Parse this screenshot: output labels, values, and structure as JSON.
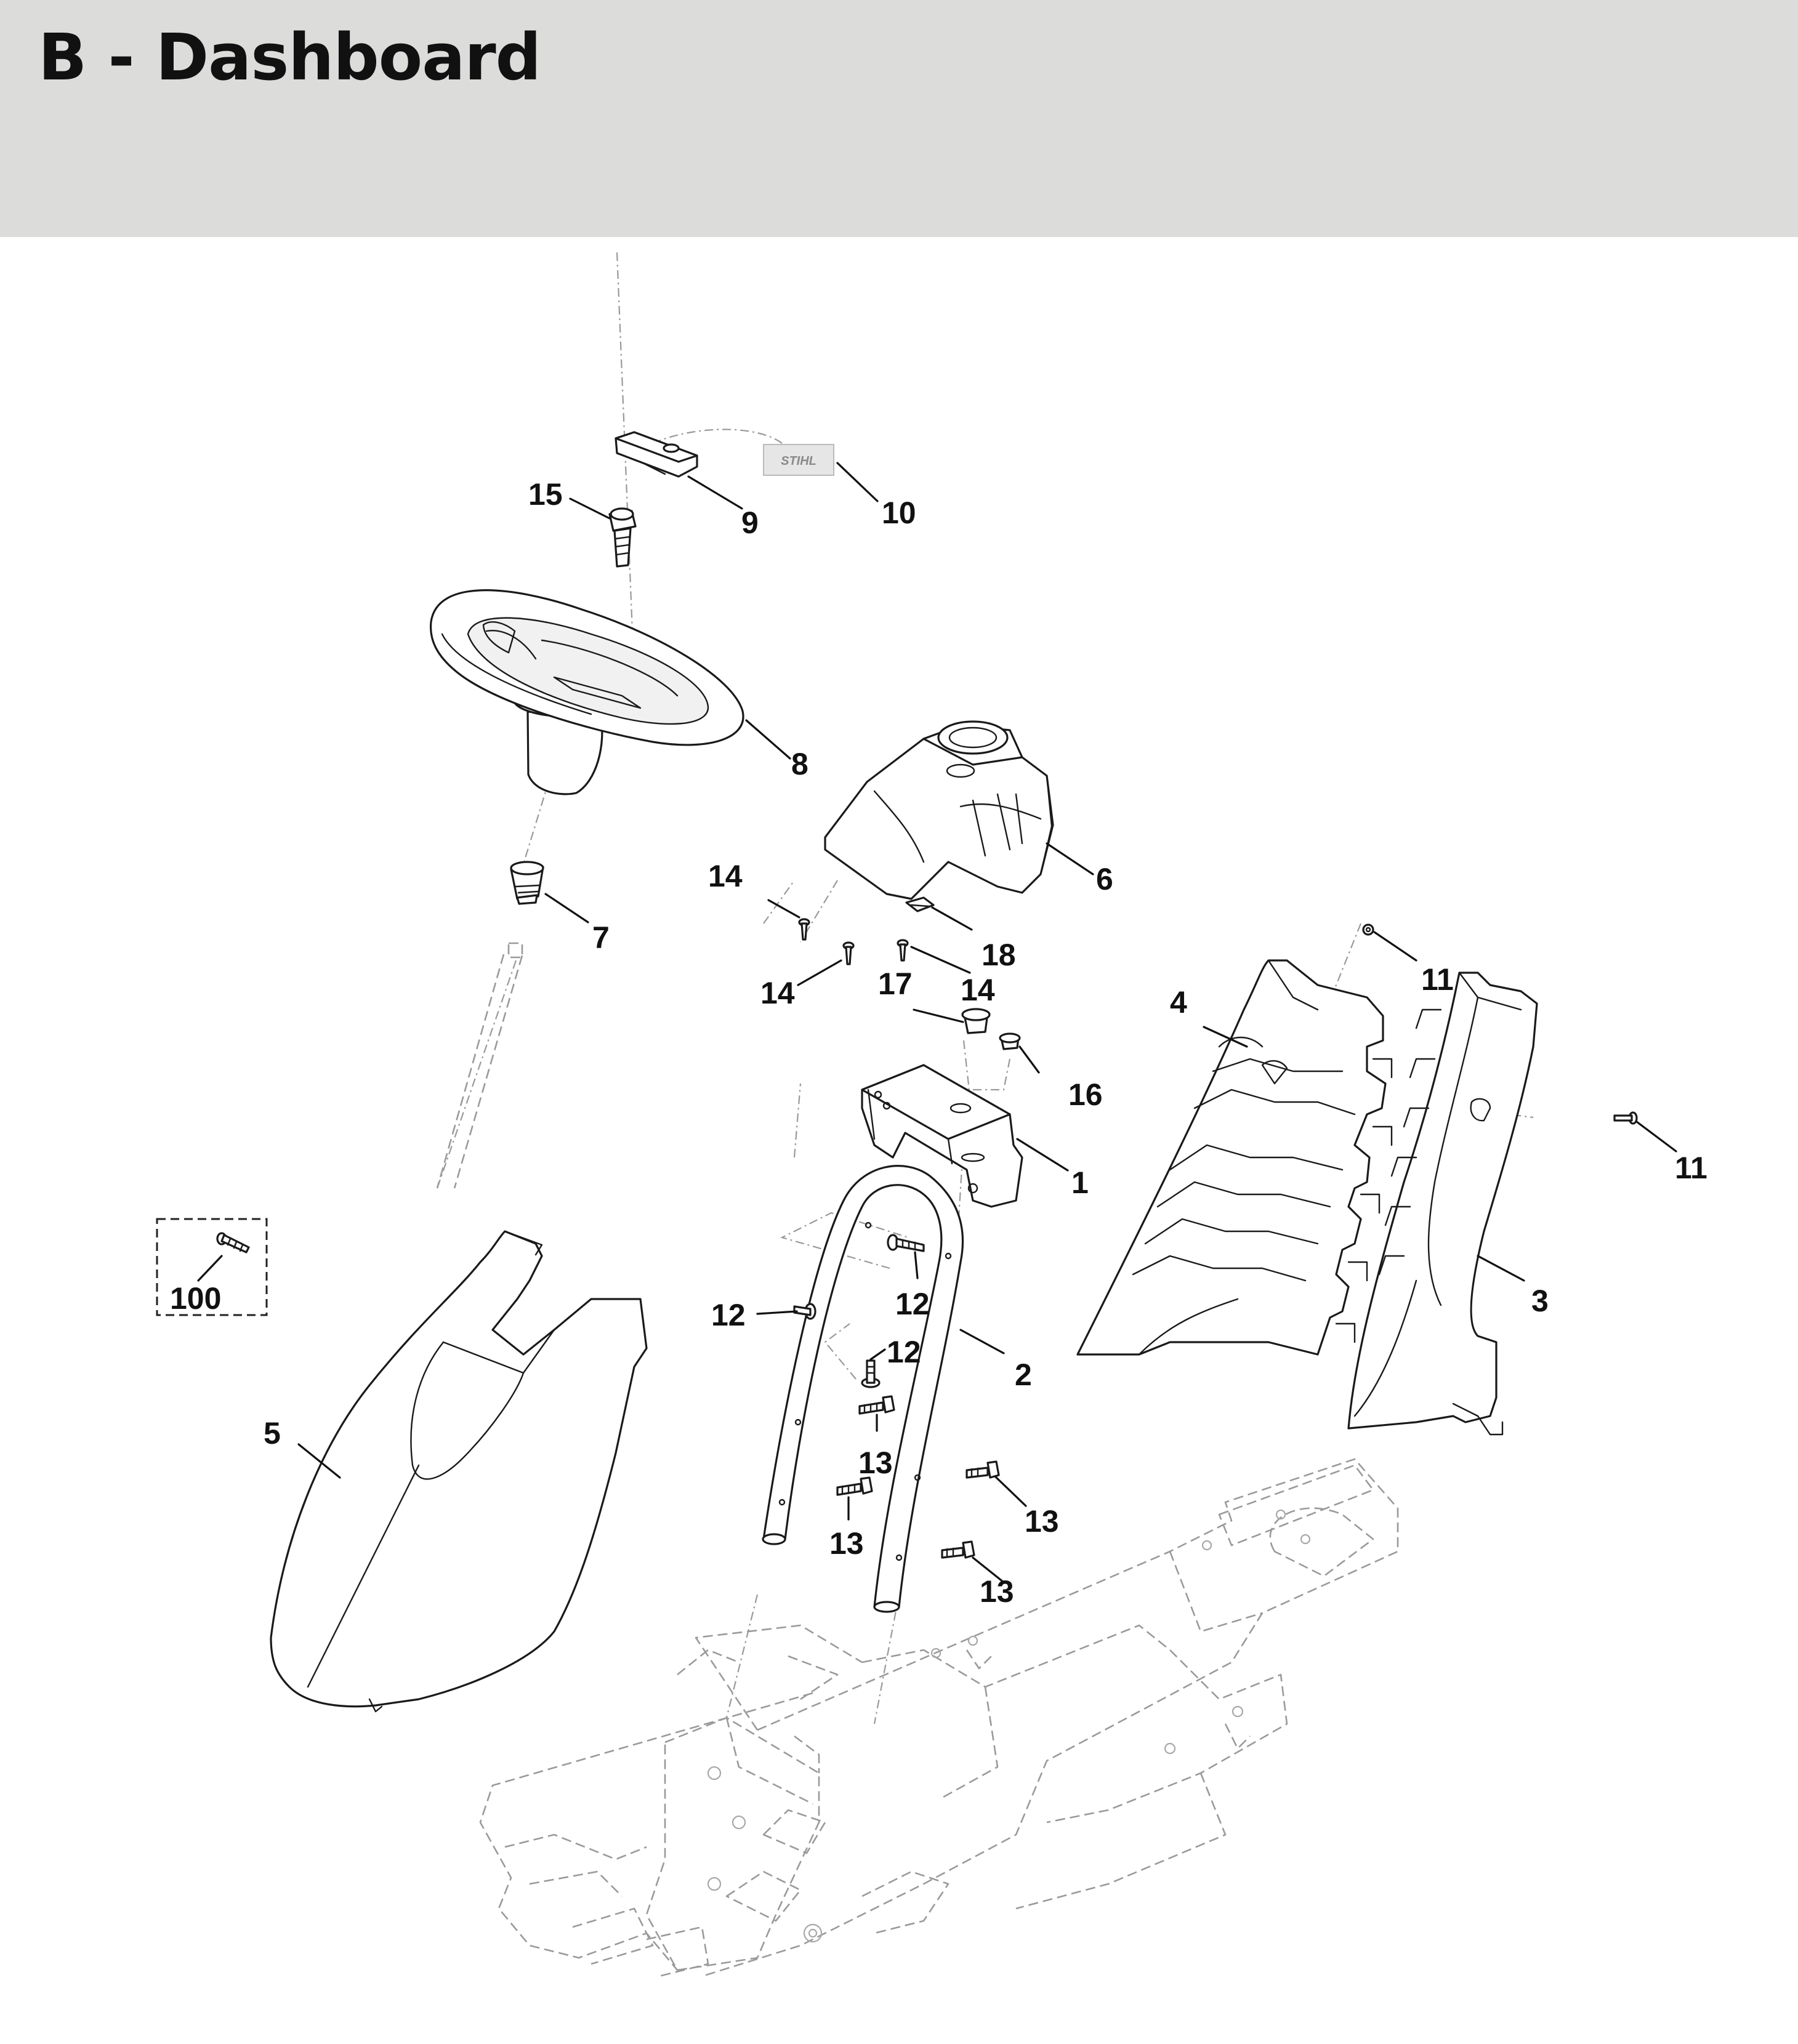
{
  "page": {
    "title": "B - Dashboard",
    "header_color": "#dcdcdb"
  },
  "decal": {
    "text": "STIHL"
  },
  "callouts": [
    {
      "id": "c1",
      "label": "1",
      "part": "steering-column-bracket"
    },
    {
      "id": "c2",
      "label": "2",
      "part": "steering-support-tube"
    },
    {
      "id": "c3",
      "label": "3",
      "part": "right-side-panel"
    },
    {
      "id": "c4",
      "label": "4",
      "part": "left-side-panel"
    },
    {
      "id": "c5",
      "label": "5",
      "part": "front-cover"
    },
    {
      "id": "c6",
      "label": "6",
      "part": "steering-column-cover"
    },
    {
      "id": "c7",
      "label": "7",
      "part": "steering-bushing"
    },
    {
      "id": "c8",
      "label": "8",
      "part": "steering-wheel"
    },
    {
      "id": "c9",
      "label": "9",
      "part": "steering-wheel-cap"
    },
    {
      "id": "c10",
      "label": "10",
      "part": "stihl-decal"
    },
    {
      "id": "c11a",
      "label": "11",
      "part": "screw"
    },
    {
      "id": "c11b",
      "label": "11",
      "part": "screw"
    },
    {
      "id": "c12a",
      "label": "12",
      "part": "bolt"
    },
    {
      "id": "c12b",
      "label": "12",
      "part": "bolt"
    },
    {
      "id": "c12c",
      "label": "12",
      "part": "bolt"
    },
    {
      "id": "c13a",
      "label": "13",
      "part": "bolt"
    },
    {
      "id": "c13b",
      "label": "13",
      "part": "bolt"
    },
    {
      "id": "c13c",
      "label": "13",
      "part": "bolt"
    },
    {
      "id": "c13d",
      "label": "13",
      "part": "bolt"
    },
    {
      "id": "c14a",
      "label": "14",
      "part": "screw"
    },
    {
      "id": "c14b",
      "label": "14",
      "part": "screw"
    },
    {
      "id": "c14c",
      "label": "14",
      "part": "screw"
    },
    {
      "id": "c15",
      "label": "15",
      "part": "wheel-bolt"
    },
    {
      "id": "c16",
      "label": "16",
      "part": "bushing"
    },
    {
      "id": "c17",
      "label": "17",
      "part": "bushing"
    },
    {
      "id": "c18",
      "label": "18",
      "part": "clip"
    },
    {
      "id": "c100",
      "label": "100",
      "part": "kit-bolt"
    }
  ]
}
